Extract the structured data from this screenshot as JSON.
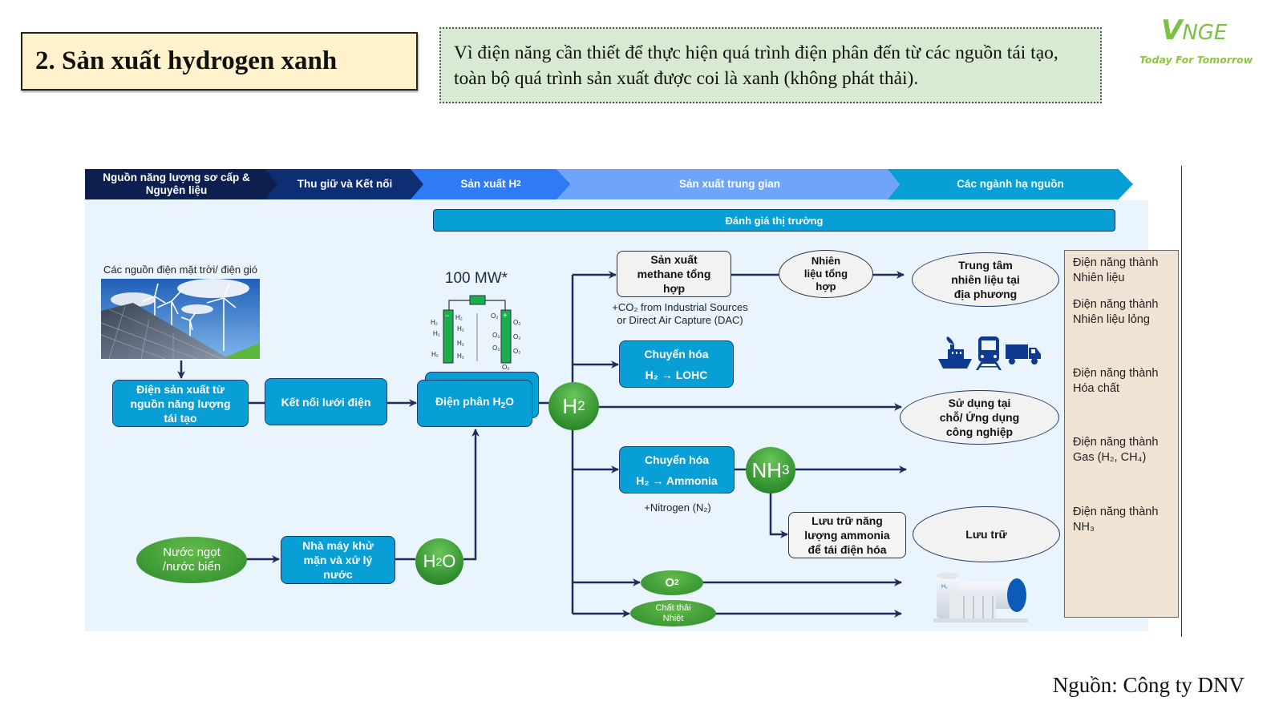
{
  "title": "2. Sản xuất hydrogen xanh",
  "note": "Vì điện năng cần thiết để thực hiện quá trình điện phân đến từ các nguồn tái tạo, toàn bộ quá trình sản xuất được coi là xanh (không phát thải).",
  "logo": {
    "mark": "NGE",
    "mark_initial": "V",
    "tagline": "Today For Tomorrow",
    "color": "#7cc242"
  },
  "stages": [
    {
      "label_line1": "Nguồn năng lượng sơ cấp &",
      "label_line2": "Nguyên liệu"
    },
    {
      "label": "Thu giữ và Kết nối"
    },
    {
      "label": "Sản xuất H",
      "sub": "2"
    },
    {
      "label": "Sản xuất trung gian"
    },
    {
      "label": "Các ngành hạ nguồn"
    }
  ],
  "market_bar": "Đánh giá thị trường",
  "sources": {
    "renewables_caption": "Các nguồn điện mặt trời/ điện gió",
    "renewable_power_box": [
      "Điện sản xuất từ",
      "nguồn năng lượng",
      "tái tạo"
    ],
    "grid_box": "Kết nối lưới điện",
    "water_source": [
      "Nước ngọt",
      "/nước biển"
    ],
    "desalination_box": [
      "Nhà máy khử",
      "mặn và xử lý",
      "nước"
    ],
    "water_node": {
      "base": "H",
      "sub": "2",
      "tail": "O"
    }
  },
  "electrolysis": {
    "capacity": "100 MW*",
    "box_label": "Điện phân H",
    "box_sub": "2",
    "box_tail": "O",
    "cathode_sign": "−",
    "anode_sign": "+",
    "cathode_gas": "H₂",
    "anode_gas": "O₂"
  },
  "hydrogen_node": {
    "base": "H",
    "sub": "2"
  },
  "intermediate": {
    "methane_box": [
      "Sản xuất",
      "methane tổng",
      "hợp"
    ],
    "methane_note_line1": "+CO₂ from Industrial Sources",
    "methane_note_line2": "or Direct Air Capture (DAC)",
    "synfuel": [
      "Nhiên",
      "liệu tổng",
      "hợp"
    ],
    "lohc_box": {
      "line1": "Chuyển hóa",
      "line2": "H₂ → LOHC"
    },
    "ammonia_box": {
      "line1": "Chuyển hóa",
      "line2": "H₂ → Ammonia"
    },
    "ammonia_note": "+Nitrogen (N₂)",
    "ammonia_node": {
      "base": "NH",
      "sub": "3"
    },
    "ammonia_storage_box": [
      "Lưu trữ năng",
      "lượng ammonia",
      "để tái điện hóa"
    ],
    "oxygen_node": {
      "base": "O",
      "sub": "2"
    },
    "waste_heat": [
      "Chất thải",
      "Nhiệt"
    ]
  },
  "downstream": {
    "fuel_hub": [
      "Trung tâm",
      "nhiên liệu tại",
      "địa phương"
    ],
    "onsite_use": [
      "Sử dụng tại",
      "chỗ/ Ứng dụng",
      "công nghiệp"
    ],
    "storage": "Lưu trữ",
    "transport_icons": [
      "ship-icon",
      "train-icon",
      "truck-icon"
    ],
    "storage_image": "hydrogen-storage-tank-image"
  },
  "right_panel": [
    {
      "line1": "Điện năng thành",
      "line2": "Nhiên liệu"
    },
    {
      "line1": "Điện năng thành",
      "line2": "Nhiên liệu lỏng"
    },
    {
      "line1": "Điện năng thành",
      "line2": "Hóa chất"
    },
    {
      "line1": "Điện năng thành",
      "line2": "Gas (H₂, CH₄)"
    },
    {
      "line1": "Điện năng thành",
      "line2": "NH₃"
    }
  ],
  "source_note": "Nguồn: Công ty DNV",
  "colors": {
    "stage1": "#0d1f4e",
    "stage2": "#0e2e73",
    "stage3": "#2f7af5",
    "stage4": "#6ea4fa",
    "stage5": "#079fd6",
    "process_box": "#079fd6",
    "node_green": "#2d8a2c",
    "line": "#1e2d5a",
    "panel": "#f1e3d3",
    "title_bg": "#fff2cc",
    "note_bg": "#d9ead3"
  }
}
